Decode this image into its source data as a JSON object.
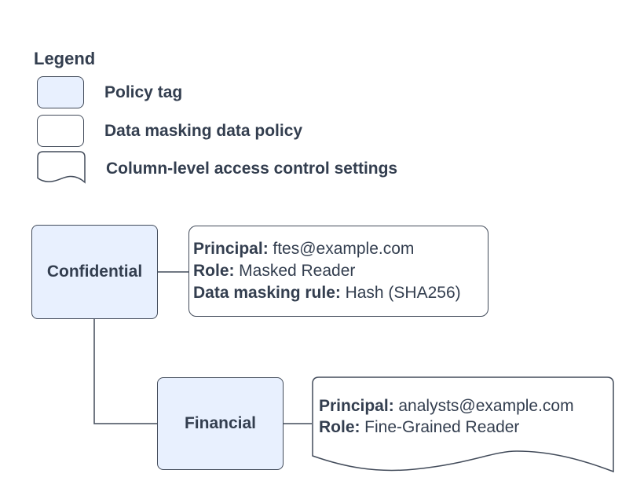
{
  "colors": {
    "policy_tag_fill": "#e8f0fe",
    "card_fill": "#ffffff",
    "stroke": "#424b5a",
    "text": "#333e4f",
    "background": "#ffffff"
  },
  "legend": {
    "title": "Legend",
    "items": [
      {
        "label": "Policy tag"
      },
      {
        "label": "Data masking data policy"
      },
      {
        "label": "Column-level access control settings"
      }
    ]
  },
  "diagram": {
    "nodes": [
      {
        "label": "Confidential"
      },
      {
        "label": "Financial"
      }
    ],
    "masking_policy_card": {
      "lines": [
        {
          "label": "Principal:",
          "value": "ftes@example.com"
        },
        {
          "label": "Role:",
          "value": "Masked Reader"
        },
        {
          "label": "Data masking rule:",
          "value": "Hash (SHA256)"
        }
      ]
    },
    "column_access_card": {
      "lines": [
        {
          "label": "Principal:",
          "value": "analysts@example.com"
        },
        {
          "label": "Role:",
          "value": "Fine-Grained Reader"
        }
      ]
    }
  }
}
